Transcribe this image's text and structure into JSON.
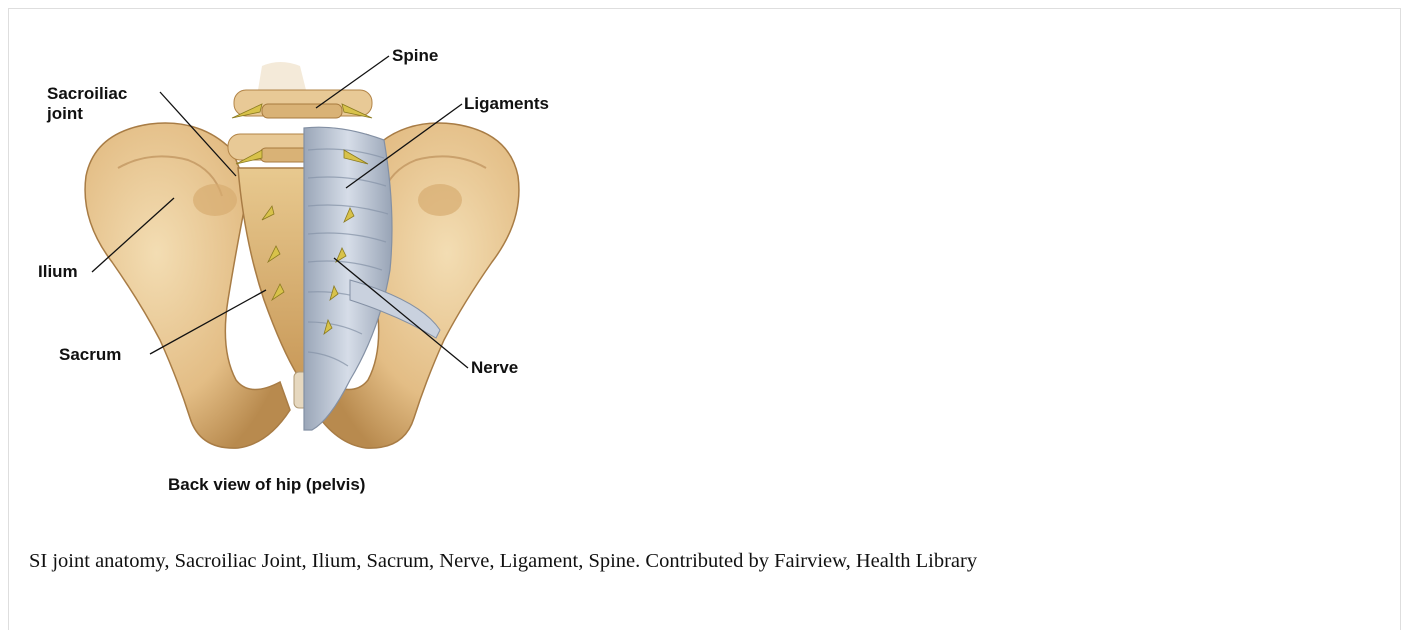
{
  "figure": {
    "labels": {
      "spine": "Spine",
      "sacroiliac_joint": "Sacroiliac\njoint",
      "ligaments": "Ligaments",
      "ilium": "Ilium",
      "sacrum": "Sacrum",
      "nerve": "Nerve"
    },
    "caption": "Back view of hip (pelvis)"
  },
  "description": "SI joint anatomy, Sacroiliac Joint, Ilium, Sacrum, Nerve, Ligament, Spine. Contributed by Fairview, Health Library",
  "colors": {
    "bone": "#e6c48e",
    "bone_shadow": "#b88a4e",
    "ligament": "#b9c4d4",
    "nerve": "#d8c24a"
  }
}
